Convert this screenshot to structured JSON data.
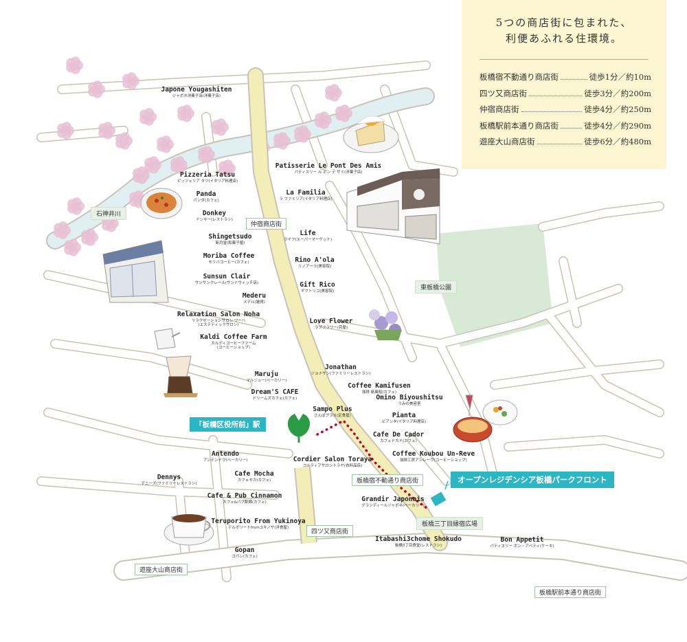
{
  "info": {
    "title_line1": "5つの商店街に包まれた、",
    "title_line2": "利便あふれる住環境。",
    "streets": [
      {
        "name": "板橋宿不動通り商店街",
        "time": "徒歩1分／約10m"
      },
      {
        "name": "四ツ又商店街",
        "time": "徒歩3分／約200m"
      },
      {
        "name": "仲宿商店街",
        "time": "徒歩4分／約250m"
      },
      {
        "name": "板橋駅前本通り商店街",
        "time": "徒歩4分／約290m"
      },
      {
        "name": "遊座大山商店街",
        "time": "徒歩6分／約480m"
      }
    ]
  },
  "places": {
    "river": "石神井川",
    "park": "東板橋公園",
    "square": "板橋三丁目縁宿広場"
  },
  "street_labels": {
    "nakajuku": "仲宿商店街",
    "fudo": "板橋宿不動通り商店街",
    "yotsumata": "四ツ又商店街",
    "yuza": "遊座大山商店街",
    "ekimae": "板橋駅前本通り商店街"
  },
  "station_label": "「板橋区役所前」駅",
  "residence_label": "オープンレジデンシア板橋パークフロント",
  "shops": [
    {
      "en": "Japone Yougashiten",
      "ja": "ジャポネ洋菓子店(洋菓子店)"
    },
    {
      "en": "Patisserie Le Pont Des Amis",
      "ja": "パティスリー ル ポン デ ザミ(洋菓子店)"
    },
    {
      "en": "Pizzeria Tatsu",
      "ja": "ピッツェリア タツ(イタリア料理店)"
    },
    {
      "en": "Panda",
      "ja": "パンダ(カフェ)"
    },
    {
      "en": "La Familia",
      "ja": "ラ ファミリア(イタリア料理店)"
    },
    {
      "en": "Donkey",
      "ja": "ドンキー(レストラン)"
    },
    {
      "en": "Shingetsudo",
      "ja": "新月堂(和菓子屋)"
    },
    {
      "en": "Life",
      "ja": "ライフ(スーパーマーケット)"
    },
    {
      "en": "Moriba Coffee",
      "ja": "モリバコーヒー(カフェ)"
    },
    {
      "en": "Rino A'ola",
      "ja": "リノアーラ(美容院)"
    },
    {
      "en": "Sunsun Clair",
      "ja": "サンサンクレール(サンドウィッチ店)"
    },
    {
      "en": "Gift Rico",
      "ja": "ギフトリコ(美容院)"
    },
    {
      "en": "Mederu",
      "ja": "メデル(雑貨)"
    },
    {
      "en": "Relaxation Salon Noha",
      "ja": "リラクゼーションサロン ワーハ",
      "ja2": "(エステティックサロン)"
    },
    {
      "en": "Love Flower",
      "ja": "ラブフラワー(花屋)"
    },
    {
      "en": "Kaldi Coffee Farm",
      "ja": "カルディコーヒーファーム",
      "ja2": "(コーヒーショップ)"
    },
    {
      "en": "Jonathan",
      "ja": "ジョナサン(ファミリーレストラン)"
    },
    {
      "en": "Maruju",
      "ja": "マルジュー(ベーカリー)"
    },
    {
      "en": "Coffee Kamifusen",
      "ja": "珈琲 紙風船(カフェ)"
    },
    {
      "en": "Dream'S CAFE",
      "ja": "ドリームズカフェ(カフェ)"
    },
    {
      "en": "Omino Biyoushitsu",
      "ja": "うみの美容室"
    },
    {
      "en": "Sampo Plus",
      "ja": "さんぽプラス(定食屋)"
    },
    {
      "en": "Pianta",
      "ja": "ピアンタ(イタリア料理店)"
    },
    {
      "en": "Cafe De Cador",
      "ja": "カフェドカド(カフェ)"
    },
    {
      "en": "Antendo",
      "ja": "アンテンドウ(ベーカリー)"
    },
    {
      "en": "Coffee Koubou Un-Reve",
      "ja": "珈琲工房アンレーヴ(コーヒーショップ)"
    },
    {
      "en": "Cordier Salon Toraya",
      "ja": "コルティアサロントラヤ(衣料品店)"
    },
    {
      "en": "Cafe Mocha",
      "ja": "カフェモカ(カフェ)"
    },
    {
      "en": "Dennys",
      "ja": "デニーズ(ファミリーレストラン)"
    },
    {
      "en": "Cafe & Pub Cinnamon",
      "ja": "カフェ&パブ酔廊(カフェ)"
    },
    {
      "en": "Grandir Japonais",
      "ja": "グランディールジャポネ(ベーカリー)"
    },
    {
      "en": "Teruporito From Yukinoya",
      "ja": "テルポリートfromユキノヤ(洋食屋)"
    },
    {
      "en": "Itabashi3chome Shokudo",
      "ja": "板橋3丁目食堂(レストラン)"
    },
    {
      "en": "Bon Appetit",
      "ja": "パティスリー ボン・アペティ(ケーキ)"
    },
    {
      "en": "Gopan",
      "ja": "ゴパン(カフェ)"
    }
  ],
  "colors": {
    "road_edge": "#c9c3b6",
    "main_road": "#f3eeb7",
    "river": "#dfeff2",
    "blossom": "#e8bfd3",
    "park": "#d8e9d6",
    "teal": "#2bb6c4",
    "route_dots": "#c3002f",
    "ginkgo": "#2c9b45",
    "info_bg": "#fcf5d2"
  }
}
